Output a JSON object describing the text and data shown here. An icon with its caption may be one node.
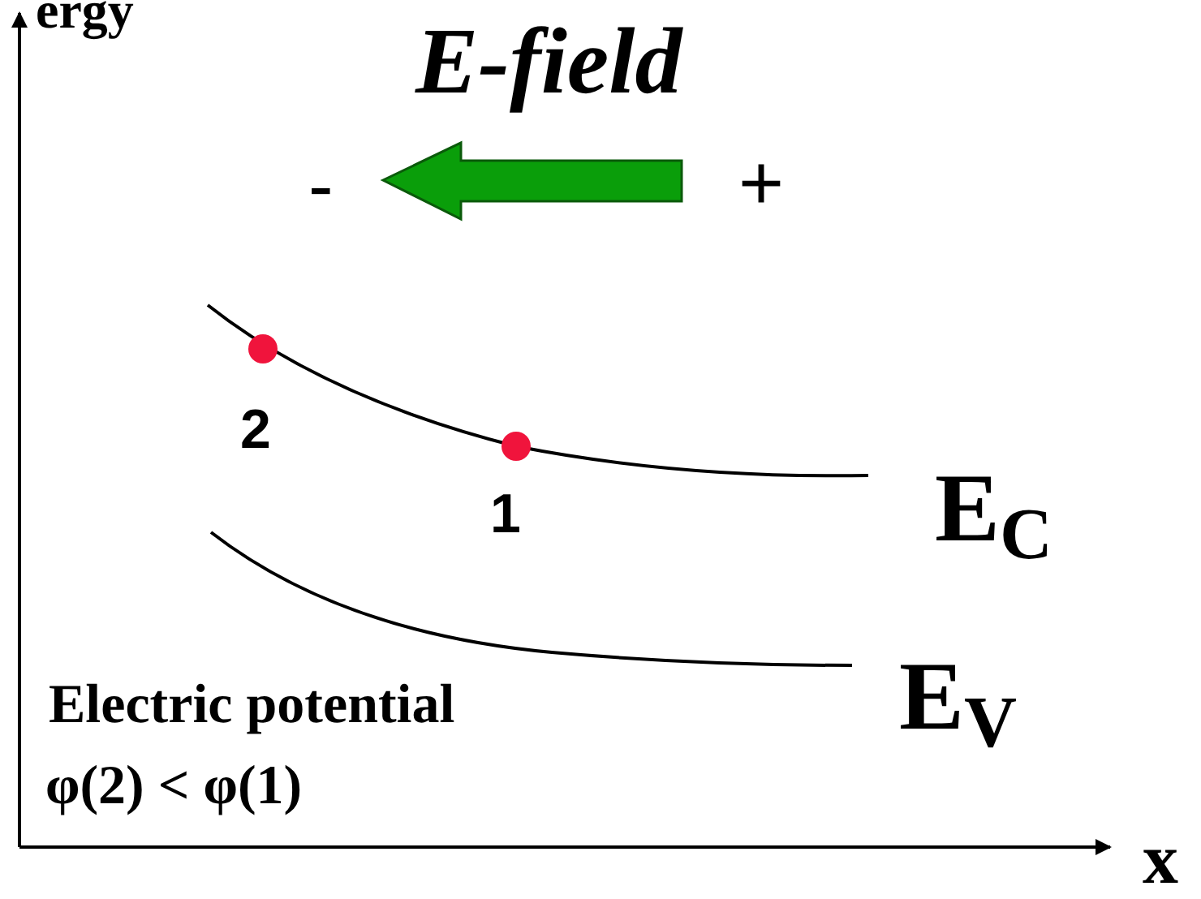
{
  "diagram": {
    "title": "E-field",
    "labels": [
      "ergy",
      "-",
      "+",
      "2",
      "1",
      "E$_{C}$",
      "E$_{V}$",
      "Electric potential",
      "φ(2) < φ(1)",
      "x"
    ]
  }
}
